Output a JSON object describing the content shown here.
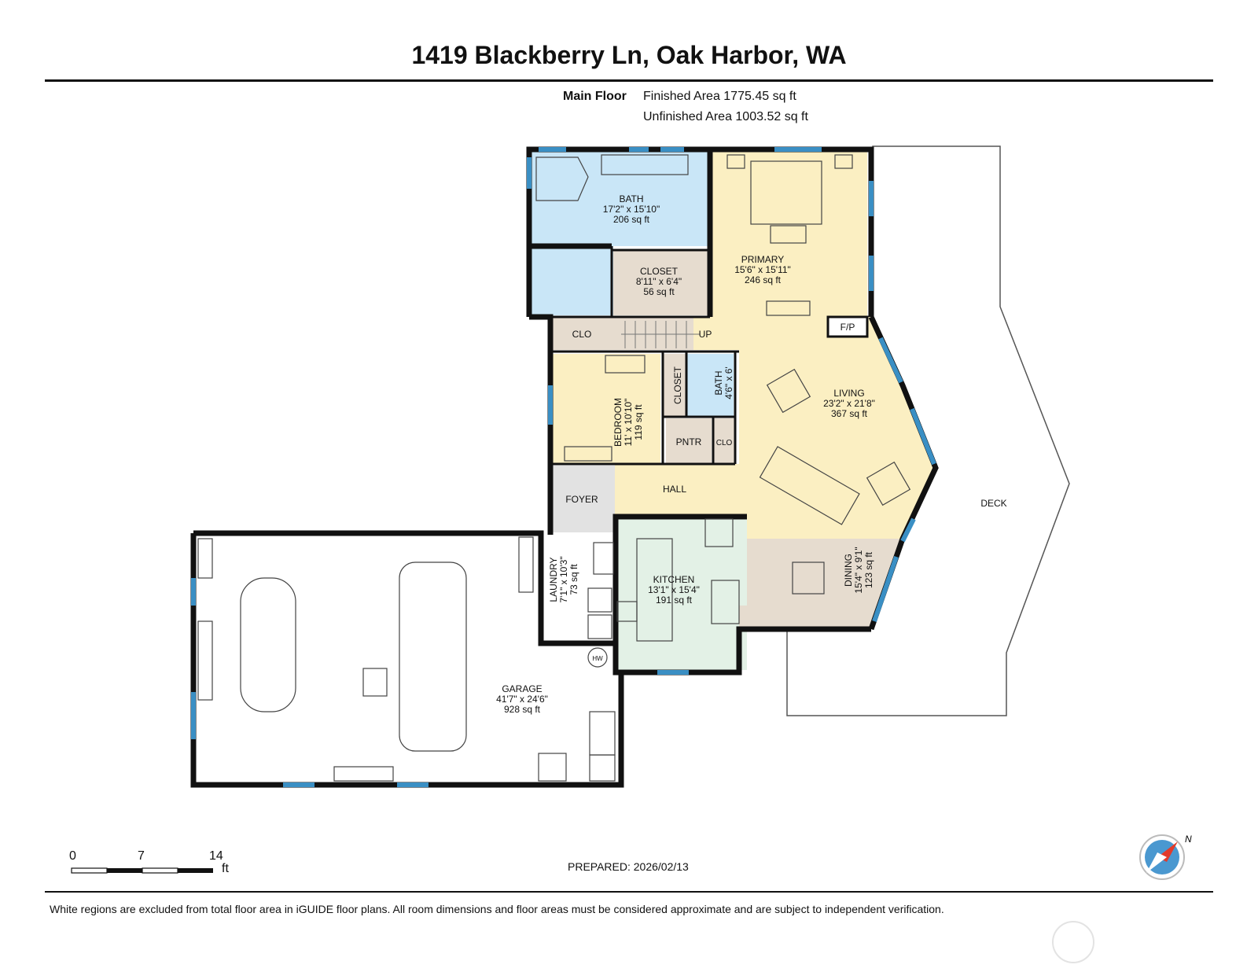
{
  "header": {
    "title": "1419 Blackberry Ln, Oak Harbor, WA",
    "floor_label": "Main Floor",
    "finished_area": "Finished Area 1775.45 sq ft",
    "unfinished_area": "Unfinished Area 1003.52 sq ft"
  },
  "rooms": {
    "bath_main": {
      "name": "BATH",
      "dims": "17'2\" x 15'10\"",
      "area": "206 sq ft"
    },
    "primary": {
      "name": "PRIMARY",
      "dims": "15'6\" x 15'11\"",
      "area": "246 sq ft"
    },
    "closet_main": {
      "name": "CLOSET",
      "dims": "8'11\" x 6'4\"",
      "area": "56 sq ft"
    },
    "clo_top": {
      "name": "CLO"
    },
    "fp": {
      "name": "F/P"
    },
    "up": {
      "name": "UP"
    },
    "bedroom": {
      "name": "BEDROOM",
      "dims": "11' x 10'10\"",
      "area": "119 sq ft"
    },
    "closet_small": {
      "name": "CLOSET"
    },
    "bath_small": {
      "name": "BATH",
      "dims": "4'6\" x 6'"
    },
    "living": {
      "name": "LIVING",
      "dims": "23'2\" x 21'8\"",
      "area": "367 sq ft"
    },
    "pntr": {
      "name": "PNTR"
    },
    "clo_small": {
      "name": "CLO"
    },
    "hall": {
      "name": "HALL"
    },
    "foyer": {
      "name": "FOYER"
    },
    "deck": {
      "name": "DECK"
    },
    "laundry": {
      "name": "LAUNDRY",
      "dims": "7'1\" x 10'3\"",
      "area": "73 sq ft"
    },
    "kitchen": {
      "name": "KITCHEN",
      "dims": "13'1\" x 15'4\"",
      "area": "191 sq ft"
    },
    "dining": {
      "name": "DINING",
      "dims": "15'4\" x 9'1\"",
      "area": "123 sq ft"
    },
    "garage": {
      "name": "GARAGE",
      "dims": "41'7\" x 24'6\"",
      "area": "928 sq ft"
    },
    "hw": {
      "name": "HW"
    }
  },
  "scale": {
    "ticks": [
      "0",
      "7",
      "14"
    ],
    "unit": "ft"
  },
  "compass": {
    "label": "N"
  },
  "prepared": "PREPARED: 2026/02/13",
  "disclaimer": "White regions are excluded from total floor area in iGUIDE floor plans. All room dimensions and floor areas must be considered approximate and are subject to independent verification.",
  "colors": {
    "bath": "#c9e6f7",
    "bedroom": "#fbefc2",
    "closet": "#e6dccf",
    "kitchen": "#e3f1e6",
    "foyer": "#e2e2e2",
    "window": "#3a8fc4",
    "wall": "#111111"
  }
}
